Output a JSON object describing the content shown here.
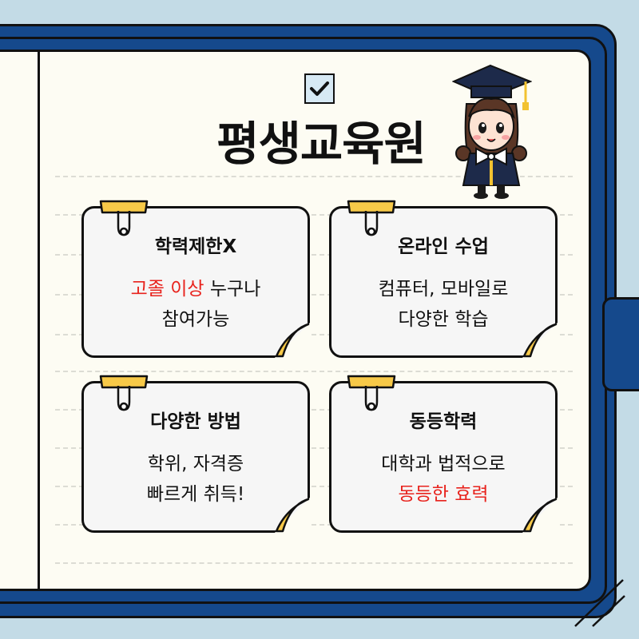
{
  "title": "평생교육원",
  "colors": {
    "background": "#c3dbe6",
    "binder": "#15498c",
    "page": "#fdfcf3",
    "card": "#f6f6f6",
    "clip": "#f7c948",
    "highlight": "#e8231d"
  },
  "icons": [
    "checkbox-check-icon",
    "graduate-mascot",
    "binder-clip-icon",
    "page-curl-icon"
  ],
  "cards": [
    {
      "title": "학력제한X",
      "line1_red": "고졸 이상",
      "line1_rest": " 누구나",
      "line2": "참여가능"
    },
    {
      "title": "온라인 수업",
      "line1": "컴퓨터, 모바일로",
      "line2": "다양한 학습"
    },
    {
      "title": "다양한 방법",
      "line1": "학위, 자격증",
      "line2": "빠르게 취득!"
    },
    {
      "title": "동등학력",
      "line1": "대학과 법적으로",
      "line2_red": "동등한 효력"
    }
  ]
}
